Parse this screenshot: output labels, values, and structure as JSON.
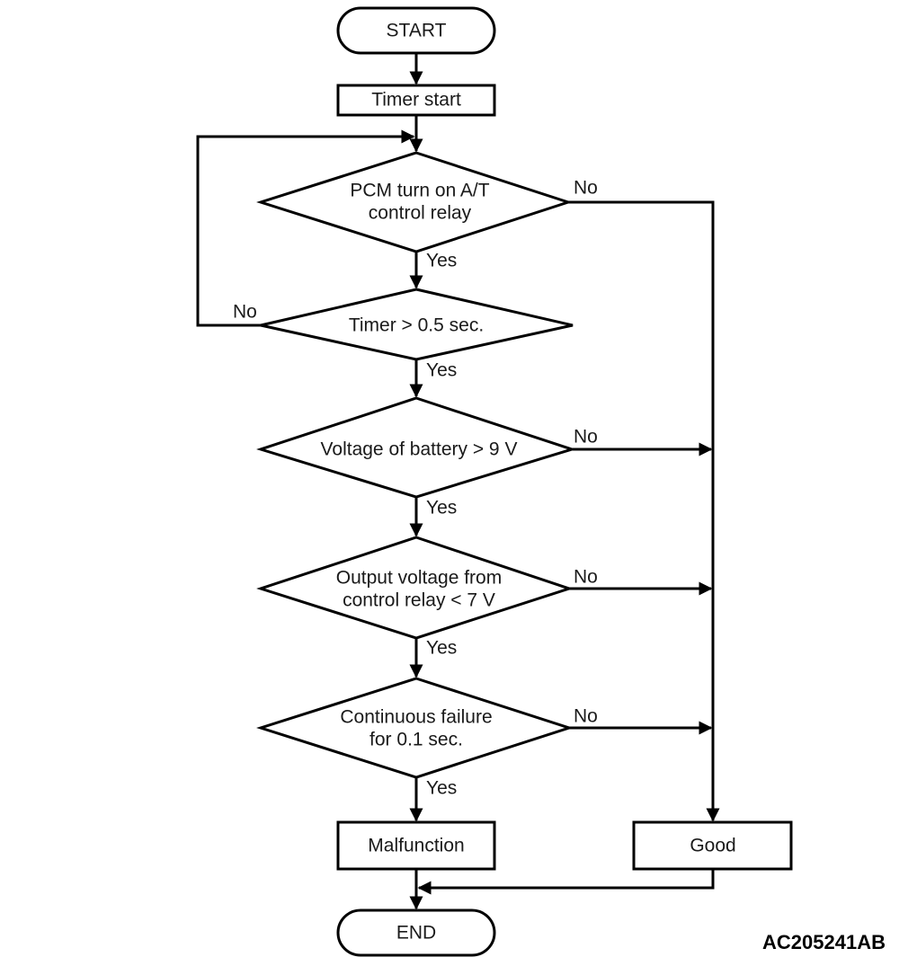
{
  "diagram": {
    "code": "AC205241AB",
    "nodes": {
      "start": "START",
      "timer_start": "Timer start",
      "decision_pcm_line1": "PCM turn on A/T",
      "decision_pcm_line2": "control relay",
      "decision_timer": "Timer > 0.5 sec.",
      "decision_battery": "Voltage of battery > 9 V",
      "decision_output_line1": "Output voltage from",
      "decision_output_line2": "control relay < 7 V",
      "decision_failure_line1": "Continuous failure",
      "decision_failure_line2": "for 0.1 sec.",
      "malfunction": "Malfunction",
      "good": "Good",
      "end": "END"
    },
    "branches": {
      "pcm_no": "No",
      "pcm_yes": "Yes",
      "timer_no": "No",
      "timer_yes": "Yes",
      "battery_no": "No",
      "battery_yes": "Yes",
      "output_no": "No",
      "output_yes": "Yes",
      "failure_no": "No",
      "failure_yes": "Yes"
    },
    "colors": {
      "stroke": "#000000",
      "fill": "#ffffff",
      "text": "#1a1a1a"
    }
  }
}
